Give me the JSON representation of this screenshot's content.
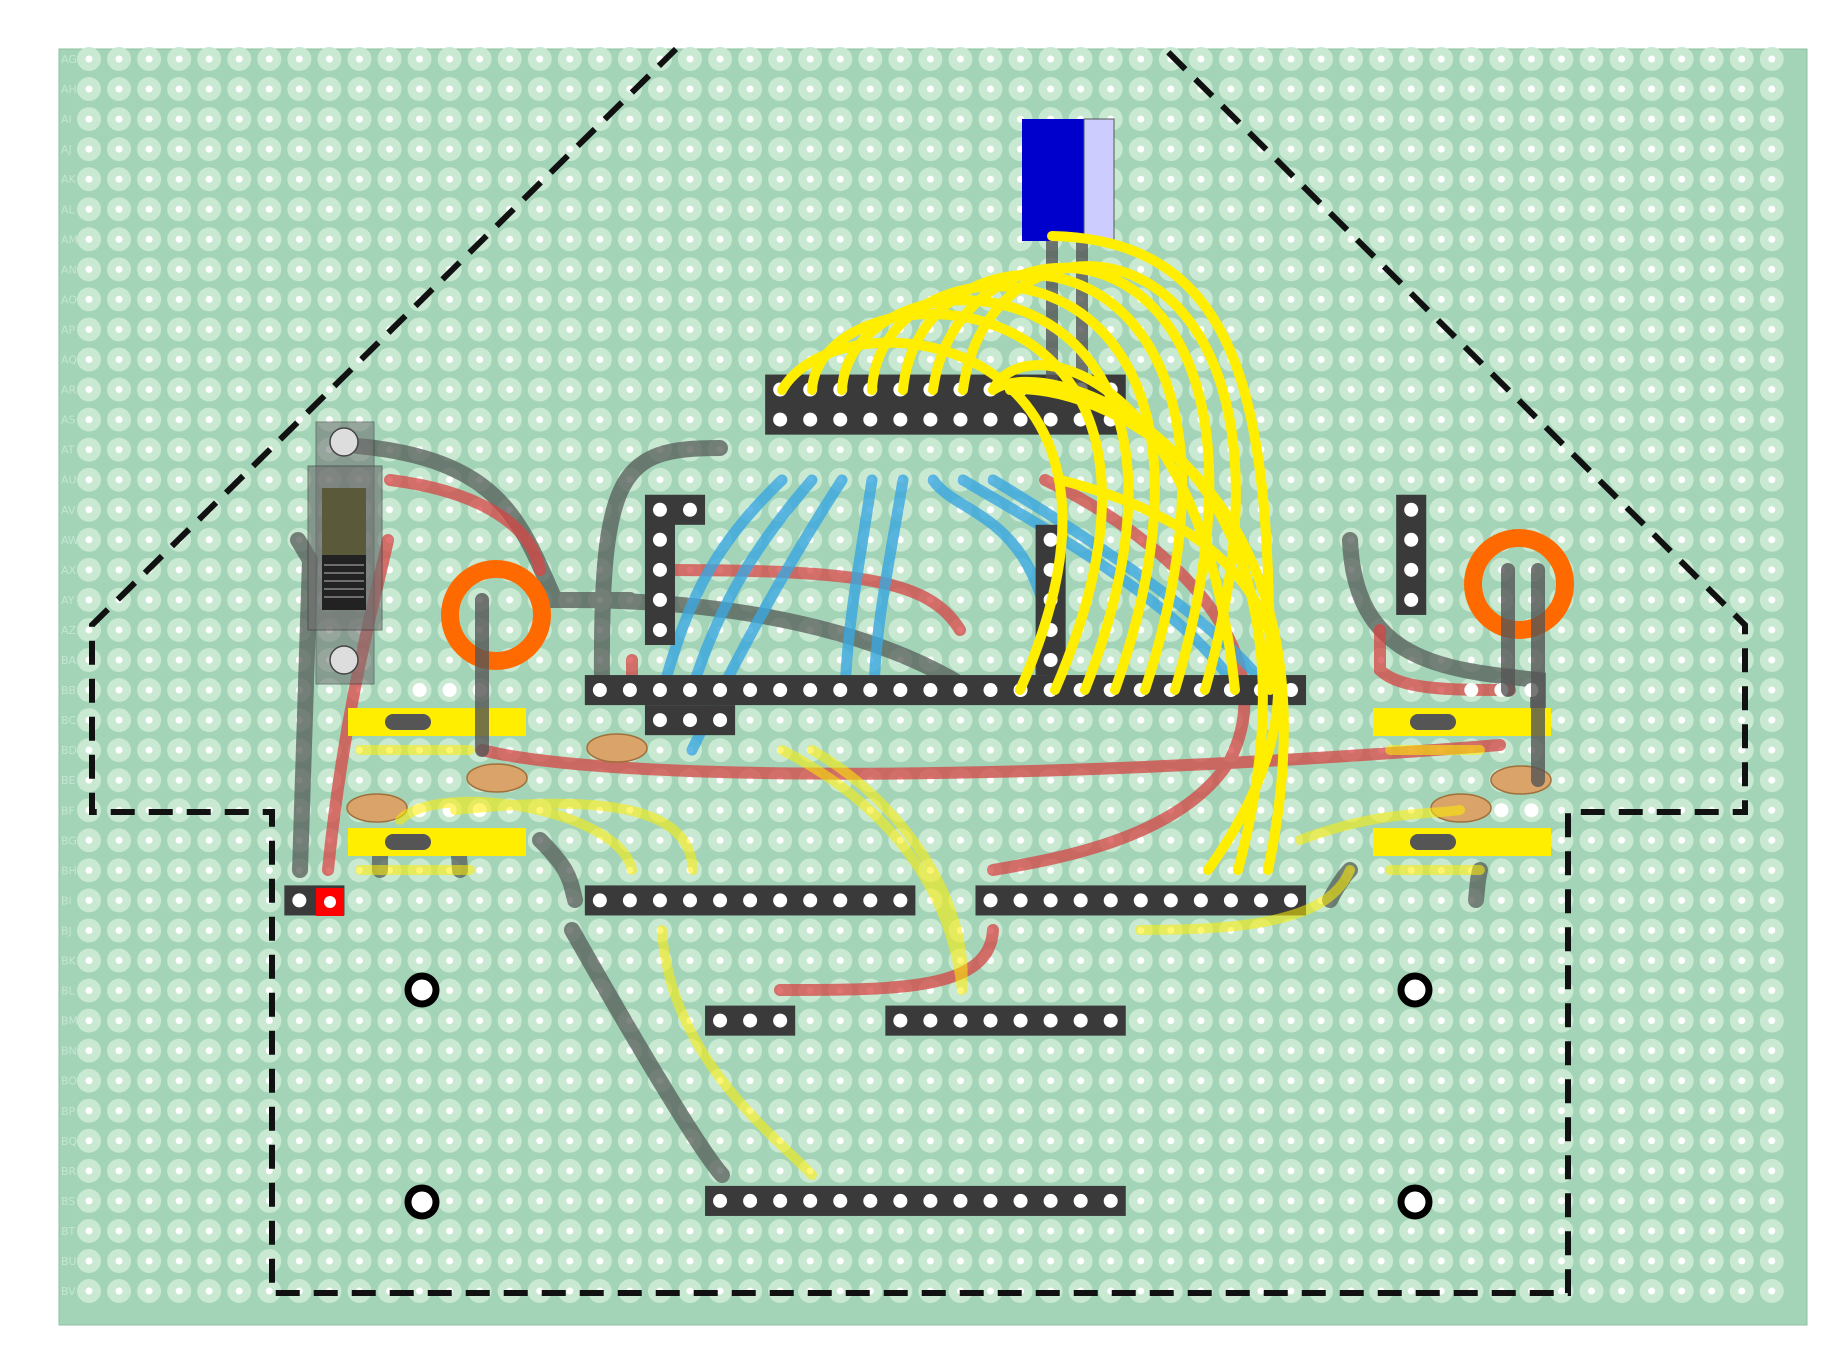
{
  "board": {
    "row_labels": [
      "AG",
      "AH",
      "AI",
      "AJ",
      "AK",
      "AL",
      "AM",
      "AN",
      "AO",
      "AP",
      "AQ",
      "AR",
      "AS",
      "AT",
      "AU",
      "AV",
      "AW",
      "AX",
      "AY",
      "AZ",
      "BA",
      "BB",
      "BC",
      "BD",
      "BE",
      "BF",
      "BG",
      "BH",
      "BI",
      "BJ",
      "BK",
      "BL",
      "BM",
      "BN",
      "BO",
      "BP",
      "BQ",
      "BR",
      "BS",
      "BT",
      "BU",
      "BV"
    ],
    "colors": {
      "board": "#a3d4b8",
      "hole_ring": "#c9e9d3",
      "hole_center": "#ffffff",
      "header": "#3a3a3a",
      "wire_yellow": "#ffee00",
      "wire_blue": "#3aa7e0",
      "wire_red": "#d64545",
      "wire_grey": "#555c58",
      "capacitor_blue": "#0000cc",
      "capacitor_stripe": "#ccccff",
      "led_ring": "#ff6a00",
      "resistor": "#d9a36a",
      "pad_yellow": "#ffee00",
      "pin_red": "#ff0000",
      "outline": "#111111"
    }
  }
}
